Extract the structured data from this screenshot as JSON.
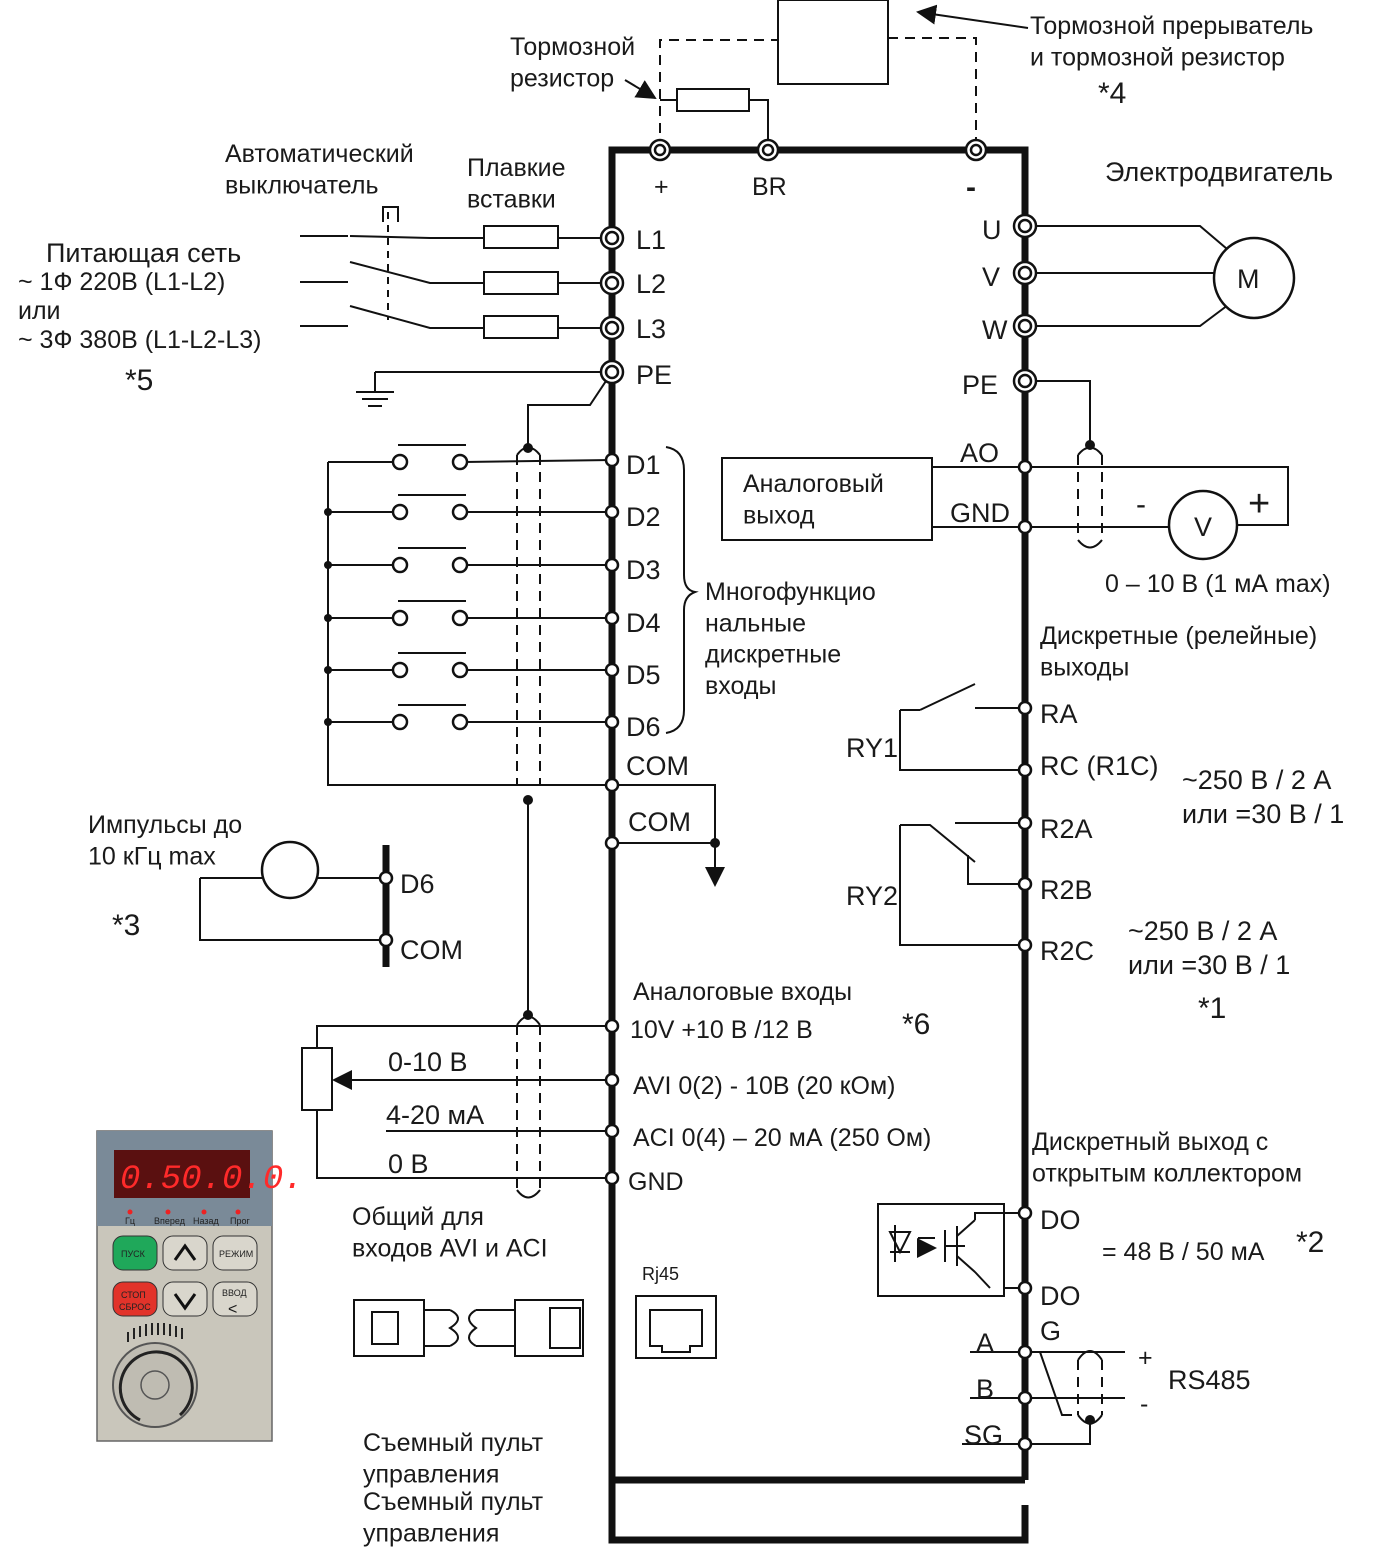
{
  "top": {
    "brake_resistor": "Тормозной\nрезистор",
    "brake_chopper": "Тормозной прерыватель\nи тормозной резистор",
    "note4": "*4",
    "plus": "+",
    "br": "BR",
    "minus": "-"
  },
  "left": {
    "breaker": "Автоматический\nвыключатель",
    "fuses": "Плавкие\nвставки",
    "supply_title": "Питающая сеть",
    "supply_1": "~ 1Ф 220В (L1-L2)",
    "supply_or": "или",
    "supply_3": "~ 3Ф 380В (L1-L2-L3)",
    "note5": "*5",
    "pulses": "Импульсы до\n10 кГц max",
    "note3": "*3",
    "pulse_d6": "D6",
    "pulse_com": "COM"
  },
  "terminals_left": {
    "l1": "L1",
    "l2": "L2",
    "l3": "L3",
    "pe": "PE",
    "d1": "D1",
    "d2": "D2",
    "d3": "D3",
    "d4": "D4",
    "d5": "D5",
    "d6": "D6",
    "com1": "COM",
    "com2": "COM"
  },
  "multi_inputs": "Многофункцио\nнальные\nдискретные\nвходы",
  "analog_inputs": {
    "title": "Аналоговые входы",
    "note6": "*6",
    "t10v": "10V  +10 В /12 В",
    "avi": "AVI  0(2) - 10В (20 кОм)",
    "aci": "ACI 0(4) – 20 мА (250 Ом)",
    "gnd": "GND",
    "w_0_10": "0-10 В",
    "w_4_20": "4-20 мА",
    "w_0v": "0 В",
    "common": "Общий для\nвходов AVI и ACI"
  },
  "right": {
    "motor_title": "Электродвигатель",
    "u": "U",
    "v": "V",
    "w": "W",
    "pe": "PE",
    "motor": "M",
    "ao": "AO",
    "gnd": "GND",
    "analog_out": "Аналоговый\nвыход",
    "ao_minus": "-",
    "ao_plus": "+",
    "voltmeter": "V",
    "ao_range": "0 – 10 В (1 мА max)",
    "relay_title": "Дискретные (релейные)\nвыходы",
    "ra": "RA",
    "rc": "RC (R1C)",
    "ry1": "RY1",
    "r1_rating": "~250 В / 2 А\nили =30 В / 1",
    "r2a": "R2A",
    "r2b": "R2B",
    "r2c": "R2C",
    "ry2": "RY2",
    "r2_rating": "~250 В / 2 А\nили =30 В / 1",
    "note1": "*1",
    "oc_title": "Дискретный выход с\nоткрытым коллектором",
    "do1": "DO",
    "do2": "DO",
    "oc_rating": "= 48 В / 50 мА",
    "note2": "*2",
    "a": "A",
    "g": "G",
    "b": "B",
    "sg": "SG",
    "rs_plus": "+",
    "rs_minus": "-",
    "rs485": "RS485"
  },
  "bottom": {
    "rj45": "Rj45",
    "panel_label": "Съемный пульт\nуправления",
    "panel_label_dup": "Съемный пульт\nуправления"
  },
  "keypad": {
    "display": "0.50.0.0.",
    "ind_hz": "Гц",
    "ind_fwd": "Вперед",
    "ind_rev": "Назад",
    "ind_prog": "Прог",
    "run": "ПУСК",
    "stop": "СТОП",
    "reset": "СБРОС",
    "mode": "РЕЖИМ",
    "enter": "ВВОД",
    "shift": "<"
  },
  "colors": {
    "line": "#111111",
    "panel": "#c9c6bb",
    "display": "#5a1010",
    "seg": "#ff2a2a",
    "run": "#1fa85a",
    "stop": "#e2332a"
  }
}
